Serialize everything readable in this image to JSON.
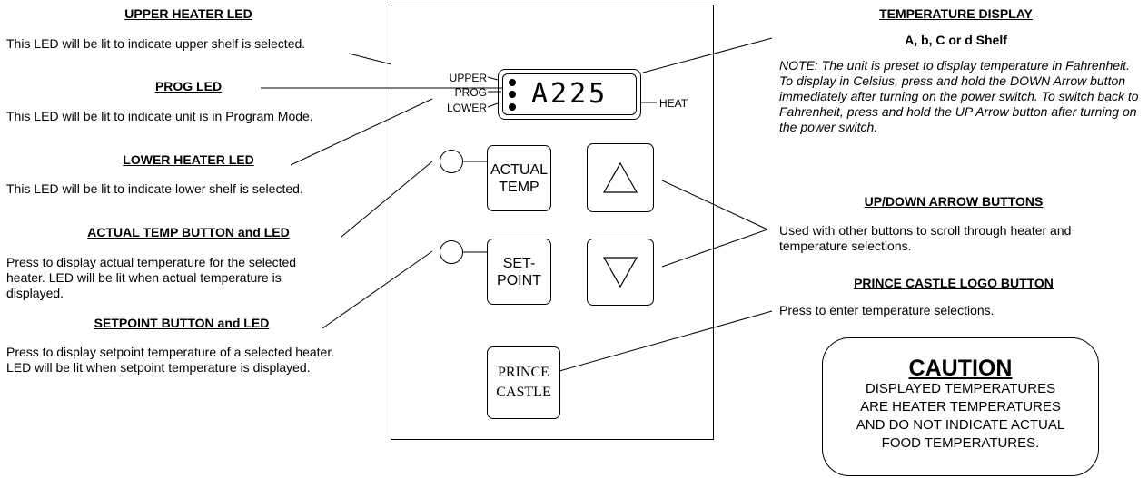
{
  "left": {
    "upper_heater": {
      "heading": "UPPER HEATER LED",
      "text": "This LED will be lit to indicate upper shelf is selected."
    },
    "prog": {
      "heading": "PROG LED",
      "text": "This LED will be lit to indicate unit is in Program Mode."
    },
    "lower_heater": {
      "heading": "LOWER HEATER LED",
      "text": "This LED will be lit to indicate lower shelf is selected."
    },
    "actual_temp": {
      "heading": "ACTUAL TEMP BUTTON and LED",
      "text": "Press to display actual temperature for the selected heater. LED will be lit when actual temperature is displayed."
    },
    "setpoint": {
      "heading": "SETPOINT BUTTON and LED",
      "text": "Press to display setpoint temperature of a selected heater. LED will be lit when setpoint temperature is displayed."
    }
  },
  "panel": {
    "led_labels": {
      "upper": "UPPER",
      "prog": "PROG",
      "lower": "LOWER"
    },
    "display_value": "A225",
    "heat_label": "HEAT",
    "actual_button": {
      "line1": "ACTUAL",
      "line2": "TEMP"
    },
    "setpoint_button": {
      "line1": "SET-",
      "line2": "POINT"
    },
    "logo_button": {
      "line1": "PRINCE",
      "line2": "CASTLE"
    },
    "up_icon": "up-triangle-icon",
    "down_icon": "down-triangle-icon"
  },
  "right": {
    "temp_display": {
      "heading": "TEMPERATURE DISPLAY",
      "subheading": "A, b, C or d Shelf",
      "note": "NOTE: The unit is preset to display temperature in Fahrenheit. To display in Celsius, press and hold the DOWN Arrow button immediately after turning on the power switch. To switch back to Fahrenheit, press and hold the UP Arrow button after turning on the power switch."
    },
    "arrows": {
      "heading": "UP/DOWN ARROW BUTTONS",
      "text": "Used with other buttons to scroll through heater and temperature selections."
    },
    "logo": {
      "heading": "PRINCE CASTLE LOGO BUTTON",
      "text": "Press to enter temperature selections."
    },
    "caution": {
      "title": "CAUTION",
      "line1": "DISPLAYED TEMPERATURES",
      "line2": "ARE HEATER TEMPERATURES",
      "line3": "AND DO NOT INDICATE ACTUAL",
      "line4": "FOOD TEMPERATURES."
    }
  }
}
